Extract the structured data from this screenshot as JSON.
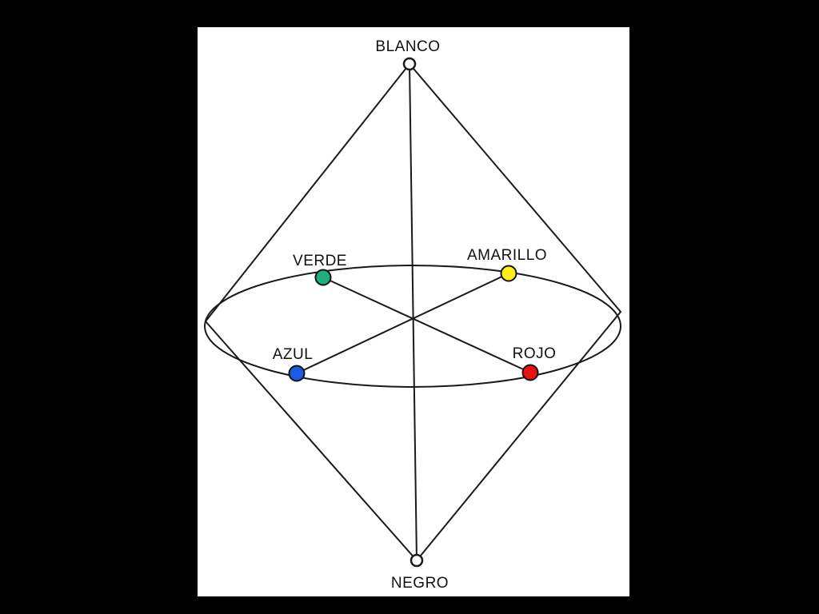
{
  "diagram": {
    "poles": {
      "top": "BLANCO",
      "bottom": "NEGRO"
    },
    "hues": [
      {
        "key": "verde",
        "label": "VERDE",
        "color": "#1fae7c"
      },
      {
        "key": "amarillo",
        "label": "AMARILLO",
        "color": "#ffee1a"
      },
      {
        "key": "azul",
        "label": "AZUL",
        "color": "#1a5be6"
      },
      {
        "key": "rojo",
        "label": "ROJO",
        "color": "#e81212"
      }
    ]
  },
  "colors": {
    "background": "#000000",
    "panel": "#ffffff",
    "line": "#1a1a1a"
  }
}
